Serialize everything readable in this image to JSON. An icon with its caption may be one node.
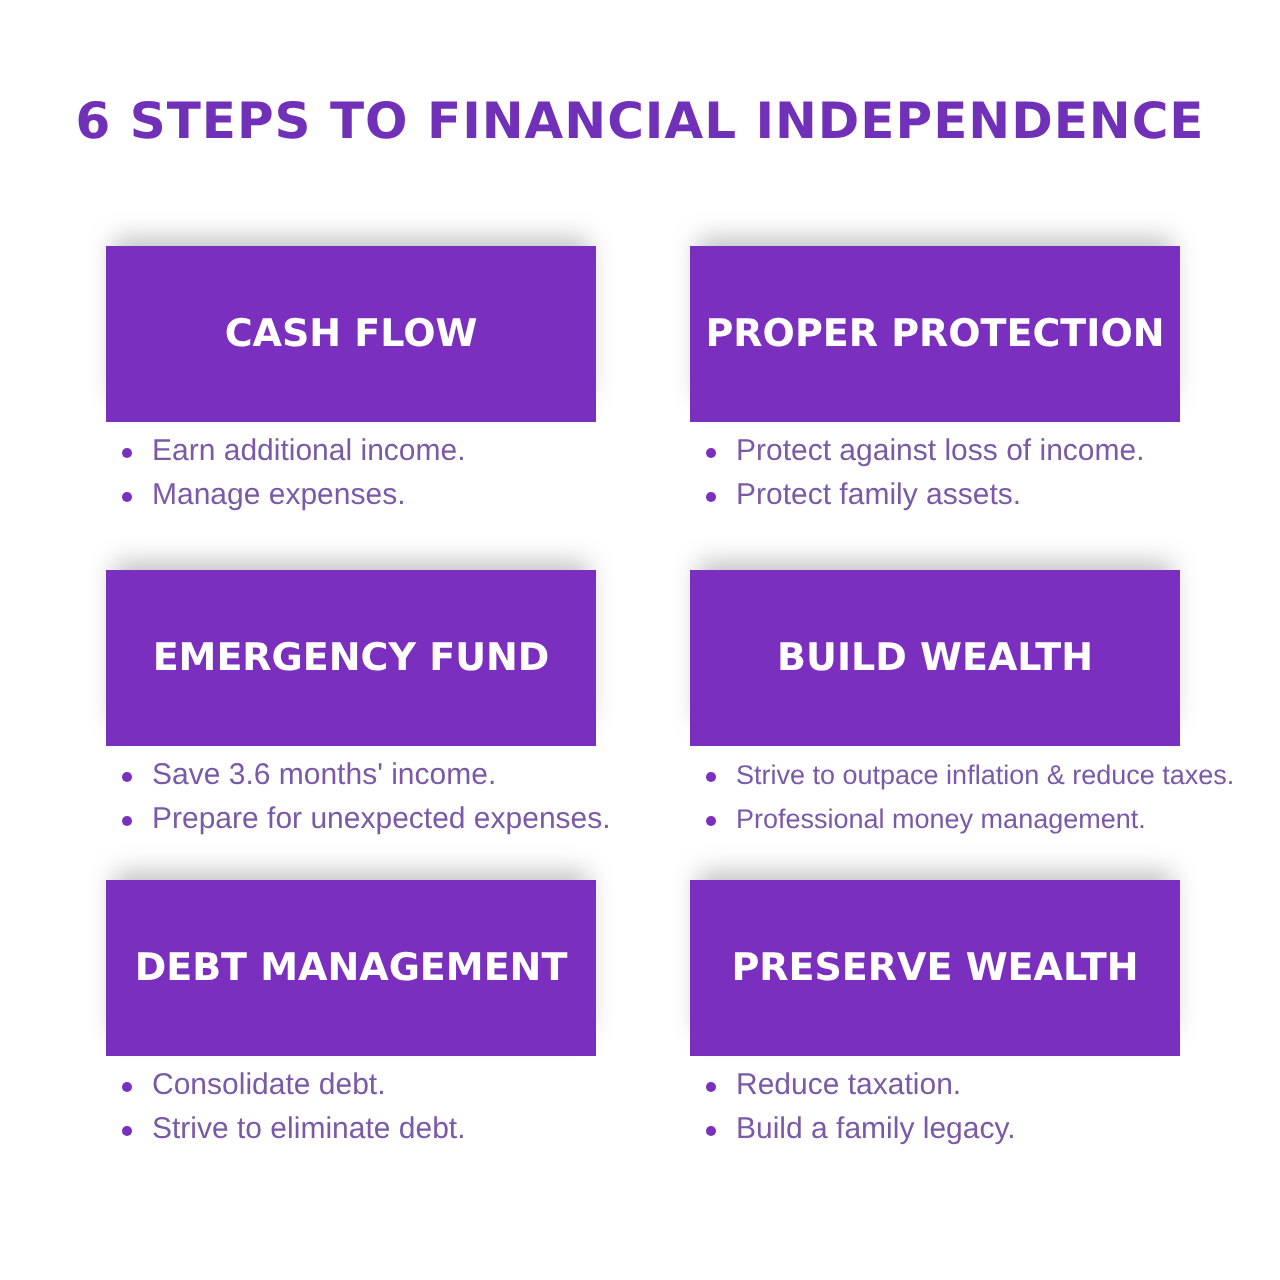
{
  "diagram": {
    "title": "6 STEPS TO FINANCIAL INDEPENDENCE",
    "nodes": [
      {
        "text": [
          "CASH FLOW"
        ],
        "beside": [
          "Earn additional income.",
          "Manage expenses."
        ]
      },
      {
        "text": [
          "PROPER PROTECTION"
        ],
        "beside": [
          "Protect against loss of income.",
          "Protect family assets."
        ]
      },
      {
        "text": [
          "EMERGENCY FUND"
        ],
        "beside": [
          "Save 3.6 months' income.",
          "Prepare for unexpected expenses."
        ]
      },
      {
        "text": [
          "BUILD WEALTH"
        ],
        "beside": [
          "Strive to outpace inflation & reduce taxes.",
          "Professional money management."
        ]
      },
      {
        "text": [
          "DEBT MANAGEMENT"
        ],
        "beside": [
          "Consolidate debt.",
          "Strive to eliminate debt."
        ]
      },
      {
        "text": [
          "PRESERVE WEALTH"
        ],
        "beside": [
          "Reduce taxation.",
          "Build a family legacy."
        ]
      }
    ]
  }
}
